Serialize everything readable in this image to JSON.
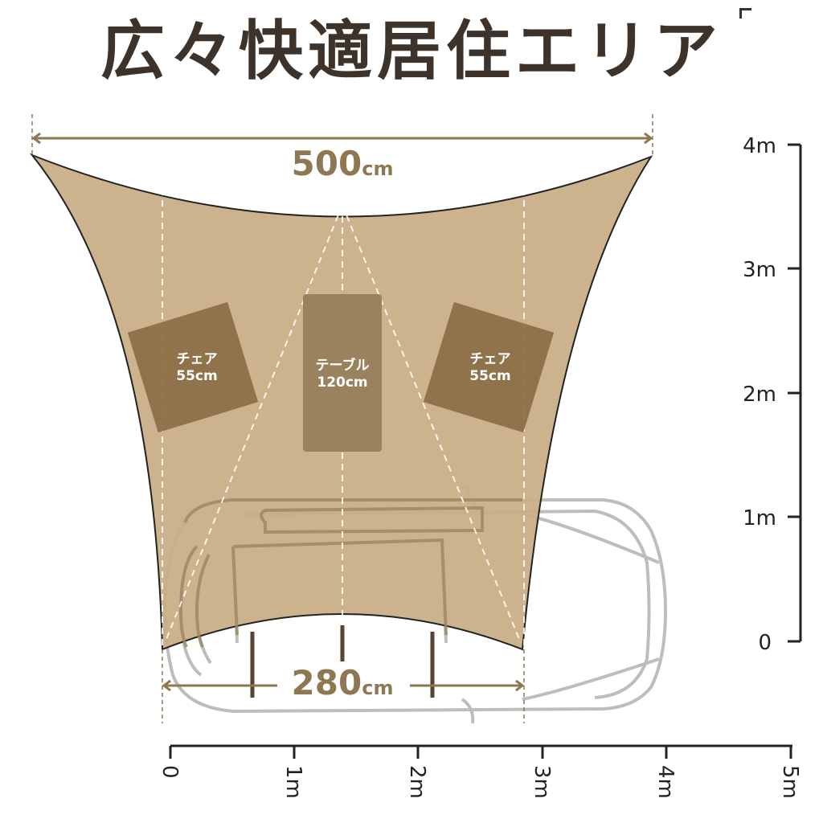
{
  "title": "広々快適居住エリア",
  "colors": {
    "tarp": "#c9ad84",
    "chair": "#8b6d45",
    "table": "#9a825e",
    "dimension": "#8f7752",
    "title": "#3d332b",
    "car_outline": "#b8b8b8",
    "pole": "#5a4532",
    "axis": "#222222"
  },
  "dimensions": {
    "top_width": {
      "value": "500",
      "unit": "cm"
    },
    "bottom_width": {
      "value": "280",
      "unit": "cm"
    }
  },
  "furniture": [
    {
      "name": "chair-left",
      "label": "チェア",
      "size": "55cm"
    },
    {
      "name": "table",
      "label": "テーブル",
      "size": "120cm"
    },
    {
      "name": "chair-right",
      "label": "チェア",
      "size": "55cm"
    }
  ],
  "vertical_axis": {
    "ticks": [
      "4m",
      "3m",
      "2m",
      "1m",
      "0"
    ]
  },
  "horizontal_axis": {
    "ticks": [
      "0",
      "1m",
      "2m",
      "3m",
      "4m",
      "5m"
    ]
  }
}
